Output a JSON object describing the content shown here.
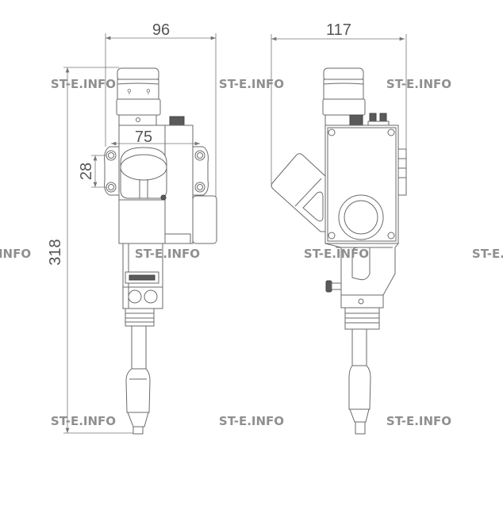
{
  "dimensions": {
    "left_width": "96",
    "right_width": "117",
    "mount_spacing": "75",
    "hole_pitch": "28",
    "total_height": "318"
  },
  "watermark": "ST-E.INFO",
  "colors": {
    "line": "#6a6a6a",
    "watermark": "#8a8a8a"
  }
}
